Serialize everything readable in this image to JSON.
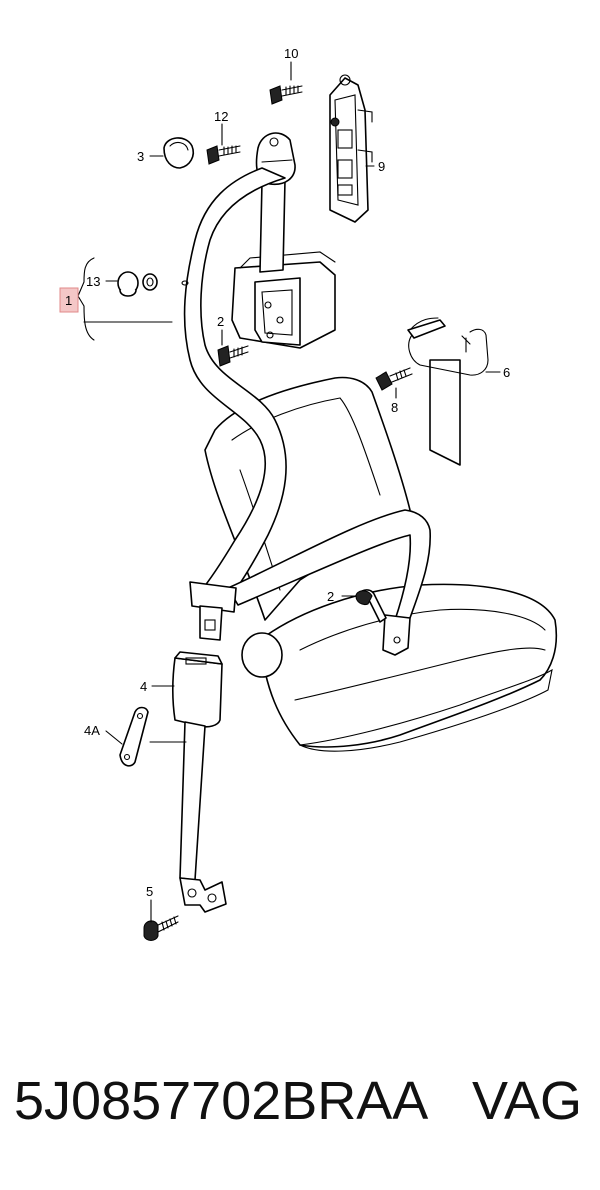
{
  "callouts": {
    "c1": "1",
    "c2a": "2",
    "c2b": "2",
    "c3": "3",
    "c4": "4",
    "c4a": "4A",
    "c5": "5",
    "c6": "6",
    "c8": "8",
    "c9": "9",
    "c10": "10",
    "c12": "12",
    "c13": "13"
  },
  "footer": {
    "part_number": "5J0857702BRAA",
    "brand": "VAG"
  },
  "colors": {
    "highlight_box": "#f4c7c7",
    "highlight_border": "#e08a8a",
    "line": "#000000"
  }
}
